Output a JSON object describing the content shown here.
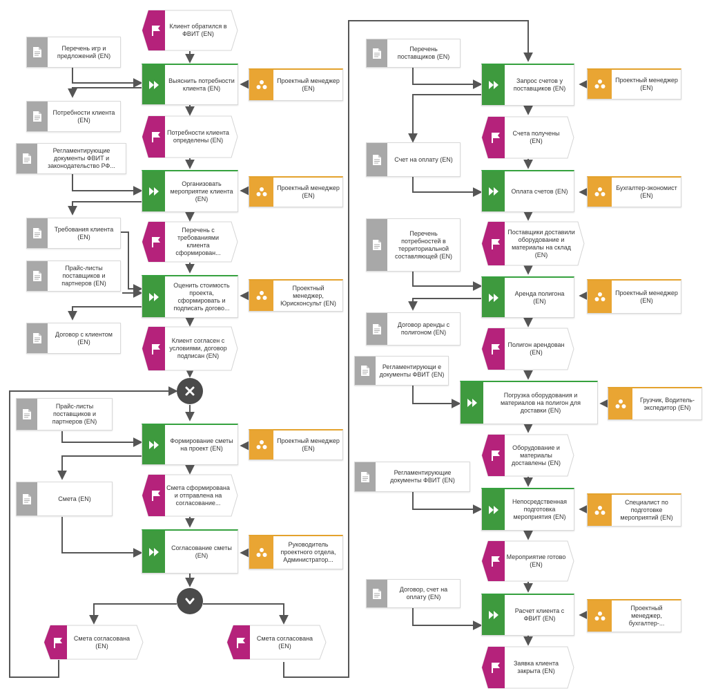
{
  "colors": {
    "function": "#3e9a3e",
    "role": "#e9a533",
    "document": "#a8a8a8",
    "event": "#b5227b",
    "gateway": "#4a4a4a",
    "connector": "#555555"
  },
  "icons": {
    "function": "fast-forward-icon",
    "role": "person-group-icon",
    "document": "document-icon",
    "event": "flag-icon",
    "xor": "close-icon",
    "merge": "chevron-down-icon"
  },
  "nodes": [
    {
      "id": "e1",
      "type": "event",
      "text": "Клиент обратился в ФВИТ (EN)"
    },
    {
      "id": "d1",
      "type": "document",
      "text": "Перечень игр и предложений (EN)"
    },
    {
      "id": "f1",
      "type": "function",
      "text": "Выяснить потребности клиента (EN)"
    },
    {
      "id": "r1",
      "type": "role",
      "text": "Проектный менеджер (EN)"
    },
    {
      "id": "d2",
      "type": "document",
      "text": "Потребности клиента (EN)"
    },
    {
      "id": "e2",
      "type": "event",
      "text": "Потребности клиента определены (EN)"
    },
    {
      "id": "d3",
      "type": "document",
      "text": "Регламентирующие документы ФВИТ и законодательство РФ..."
    },
    {
      "id": "f2",
      "type": "function",
      "text": "Организовать мероприятие клиента (EN)"
    },
    {
      "id": "r2",
      "type": "role",
      "text": "Проектный менеджер (EN)"
    },
    {
      "id": "d4",
      "type": "document",
      "text": "Требования клиента (EN)"
    },
    {
      "id": "e3",
      "type": "event",
      "text": "Перечень с требованиями клиента сформирован..."
    },
    {
      "id": "d5",
      "type": "document",
      "text": "Прайс-листы поставщиков и партнеров (EN)"
    },
    {
      "id": "f3",
      "type": "function",
      "text": "Оценить стоимость проекта, сформировать и подписать догово..."
    },
    {
      "id": "r3",
      "type": "role",
      "text": "Проектный менеджер, Юрисконсульт (EN)"
    },
    {
      "id": "d6",
      "type": "document",
      "text": "Договор с клиентом (EN)"
    },
    {
      "id": "e4",
      "type": "event",
      "text": "Клиент согласен с условиями, договор подписан (EN)"
    },
    {
      "id": "g1",
      "type": "gateway-xor"
    },
    {
      "id": "d7",
      "type": "document",
      "text": "Прайс-листы поставщиков и партнеров (EN)"
    },
    {
      "id": "f4",
      "type": "function",
      "text": "Формирование сметы на проект (EN)"
    },
    {
      "id": "r4",
      "type": "role",
      "text": "Проектный менеджер (EN)"
    },
    {
      "id": "d8",
      "type": "document",
      "text": "Смета (EN)"
    },
    {
      "id": "e5",
      "type": "event",
      "text": "Смета сформирована и отправлена на согласование..."
    },
    {
      "id": "f5",
      "type": "function",
      "text": "Согласование сметы (EN)"
    },
    {
      "id": "r5",
      "type": "role",
      "text": "Руководитель проектного отдела, Администратор..."
    },
    {
      "id": "g2",
      "type": "gateway-merge"
    },
    {
      "id": "e6",
      "type": "event",
      "text": "Смета согласована (EN)"
    },
    {
      "id": "e7",
      "type": "event",
      "text": "Смета согласована (EN)"
    },
    {
      "id": "d9",
      "type": "document",
      "text": "Перечень поставщиков (EN)"
    },
    {
      "id": "f6",
      "type": "function",
      "text": "Запрос счетов у поставщиков (EN)"
    },
    {
      "id": "r6",
      "type": "role",
      "text": "Проектный менеджер (EN)"
    },
    {
      "id": "e8",
      "type": "event",
      "text": "Счета получены (EN)"
    },
    {
      "id": "d10",
      "type": "document",
      "text": "Счет на оплату (EN)"
    },
    {
      "id": "f7",
      "type": "function",
      "text": "Оплата счетов (EN)"
    },
    {
      "id": "r7",
      "type": "role",
      "text": "Бухгалтер-экономист (EN)"
    },
    {
      "id": "d11",
      "type": "document",
      "text": "Перечень потребностей в территориальной составляющей (EN)"
    },
    {
      "id": "e9",
      "type": "event",
      "text": "Поставщики доставили оборудование и материалы на склад (EN)"
    },
    {
      "id": "f8",
      "type": "function",
      "text": "Аренда полигона (EN)"
    },
    {
      "id": "r8",
      "type": "role",
      "text": "Проектный менеджер (EN)"
    },
    {
      "id": "d12",
      "type": "document",
      "text": "Договор аренды с полигоном (EN)"
    },
    {
      "id": "e10",
      "type": "event",
      "text": "Полигон арендован (EN)"
    },
    {
      "id": "d13",
      "type": "document",
      "text": "Регламентирующи е документы ФВИТ (EN)"
    },
    {
      "id": "f9",
      "type": "function",
      "text": "Погрузка оборудования и материалов на полигон для доставки (EN)"
    },
    {
      "id": "r9",
      "type": "role",
      "text": "Грузчик, Водитель-экспедитор (EN)"
    },
    {
      "id": "e11",
      "type": "event",
      "text": "Оборудование и материалы доставлены (EN)"
    },
    {
      "id": "d14",
      "type": "document",
      "text": "Регламентирующие документы ФВИТ (EN)"
    },
    {
      "id": "f10",
      "type": "function",
      "text": "Непосредственная подготовка мероприятия (EN)"
    },
    {
      "id": "r10",
      "type": "role",
      "text": "Специалист по подготовке мероприятий (EN)"
    },
    {
      "id": "e12",
      "type": "event",
      "text": "Мероприятие готово (EN)"
    },
    {
      "id": "d15",
      "type": "document",
      "text": "Договор, счет на оплату (EN)"
    },
    {
      "id": "f11",
      "type": "function",
      "text": "Расчет клиента с ФВИТ (EN)"
    },
    {
      "id": "r11",
      "type": "role",
      "text": "Проектный менеджер, бухгалтер-..."
    },
    {
      "id": "e13",
      "type": "event",
      "text": "Заявка клиента закрыта (EN)"
    }
  ]
}
